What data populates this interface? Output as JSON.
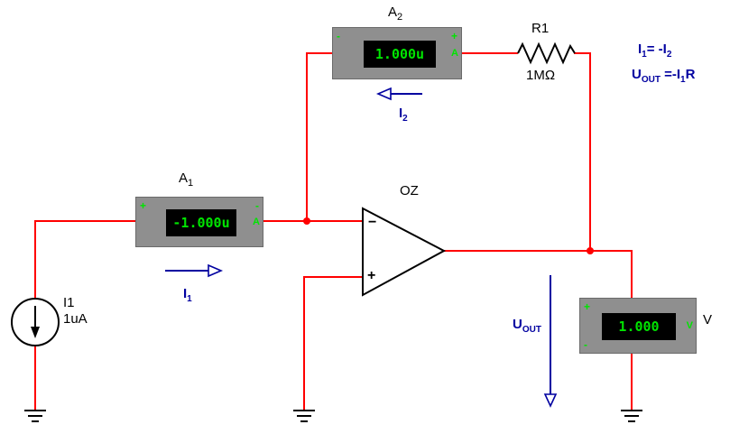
{
  "colors": {
    "wire": "#ff0000",
    "blue": "#0000a0",
    "meterbody": "#8f8f8f",
    "meterborder": "#6a6a6a",
    "displaytext": "#00e400"
  },
  "meters": {
    "a1": {
      "name": "A",
      "sub": "1",
      "value": "-1.000u",
      "left_mark": "+",
      "right_mark": "-",
      "unit": "A"
    },
    "a2": {
      "name": "A",
      "sub": "2",
      "value": "1.000u",
      "left_mark": "-",
      "right_mark": "+",
      "unit": "A"
    },
    "v": {
      "name": "V",
      "value": "1.000",
      "top_mark": "+",
      "bottom_mark": "-",
      "unit": "V"
    }
  },
  "resistor": {
    "label": "R1",
    "value": "1MΩ"
  },
  "opamp": {
    "label": "OZ",
    "minus_sign": "−",
    "plus_sign": "+"
  },
  "source": {
    "label": "I1",
    "value": "1uA"
  },
  "arrow_labels": {
    "i1": {
      "base": "I",
      "sub": "1"
    },
    "i2": {
      "base": "I",
      "sub": "2"
    },
    "uout": {
      "base": "U",
      "sub": "OUT"
    }
  },
  "equations": {
    "eq1": {
      "p1": "I",
      "s1": "1",
      "p2": "= -I",
      "s2": "2"
    },
    "eq2": {
      "p1": "U",
      "s1": "OUT",
      "p2": " =-I",
      "s2": "1",
      "p3": "R"
    }
  }
}
